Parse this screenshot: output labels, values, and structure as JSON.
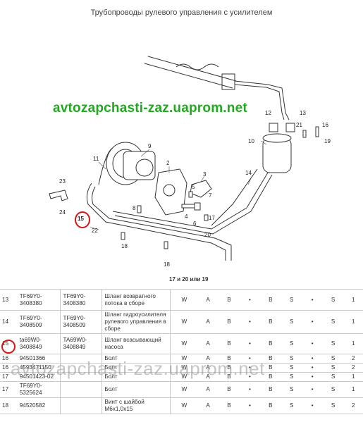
{
  "title": "Трубопроводы рулевого управления с усилителем",
  "watermark_top": "avtozapchasti-zaz.uaprom.net",
  "watermark_bottom": "avtozapchasti-zaz.uaprom.net",
  "caption": "17 и 20 или 19",
  "callouts": [
    "23",
    "24",
    "15",
    "22",
    "18",
    "11",
    "9",
    "2",
    "3",
    "5",
    "7",
    "8",
    "4",
    "6",
    "17",
    "20",
    "18",
    "14",
    "12",
    "13",
    "21",
    "16",
    "19",
    "10"
  ],
  "colors": {
    "watermark_green": "#1faa1f",
    "marker_red": "#d01818"
  },
  "table": {
    "rows": [
      {
        "no": "13",
        "code1": "TF69Y0-3408380",
        "code2": "TF69Y0-3408380",
        "name": "Шланг возвратного потока в сборе",
        "f1": "W",
        "f2": "A",
        "f3": "B",
        "f4": "•",
        "f5": "B",
        "f6": "S",
        "f7": "•",
        "f8": "S",
        "qty": "1"
      },
      {
        "no": "14",
        "code1": "TF69Y0-3408509",
        "code2": "TF69Y0-3408509",
        "name": "Шланг гидроусилителя рулевого управления в сборе",
        "f1": "W",
        "f2": "A",
        "f3": "B",
        "f4": "•",
        "f5": "B",
        "f6": "S",
        "f7": "•",
        "f8": "S",
        "qty": "1"
      },
      {
        "no": "15",
        "code1": "ta69W0-3408849",
        "code2": "TA69W0-3408849",
        "name": "Шланг всасывающий насоса",
        "f1": "W",
        "f2": "A",
        "f3": "B",
        "f4": "•",
        "f5": "B",
        "f6": "S",
        "f7": "•",
        "f8": "S",
        "qty": "1"
      },
      {
        "no": "16",
        "code1": "94501366",
        "code2": "",
        "name": "Болт",
        "f1": "W",
        "f2": "A",
        "f3": "B",
        "f4": "•",
        "f5": "B",
        "f6": "S",
        "f7": "•",
        "f8": "S",
        "qty": "2"
      },
      {
        "no": "16",
        "code1": "4593471150",
        "code2": "",
        "name": "Болт",
        "f1": "W",
        "f2": "A",
        "f3": "B",
        "f4": "•",
        "f5": "B",
        "f6": "S",
        "f7": "•",
        "f8": "S",
        "qty": "2"
      },
      {
        "no": "17",
        "code1": "94501423-02",
        "code2": "",
        "name": "Болт",
        "f1": "W",
        "f2": "A",
        "f3": "B",
        "f4": "•",
        "f5": "B",
        "f6": "S",
        "f7": "•",
        "f8": "S",
        "qty": "1"
      },
      {
        "no": "17",
        "code1": "TF69Y0-5325624",
        "code2": "",
        "name": "Болт",
        "f1": "W",
        "f2": "A",
        "f3": "B",
        "f4": "•",
        "f5": "B",
        "f6": "S",
        "f7": "•",
        "f8": "S",
        "qty": "1"
      },
      {
        "no": "18",
        "code1": "94520582",
        "code2": "",
        "name": "Винт с шайбой М6х1,0х15",
        "f1": "W",
        "f2": "A",
        "f3": "B",
        "f4": "•",
        "f5": "B",
        "f6": "S",
        "f7": "•",
        "f8": "S",
        "qty": "2"
      }
    ]
  }
}
